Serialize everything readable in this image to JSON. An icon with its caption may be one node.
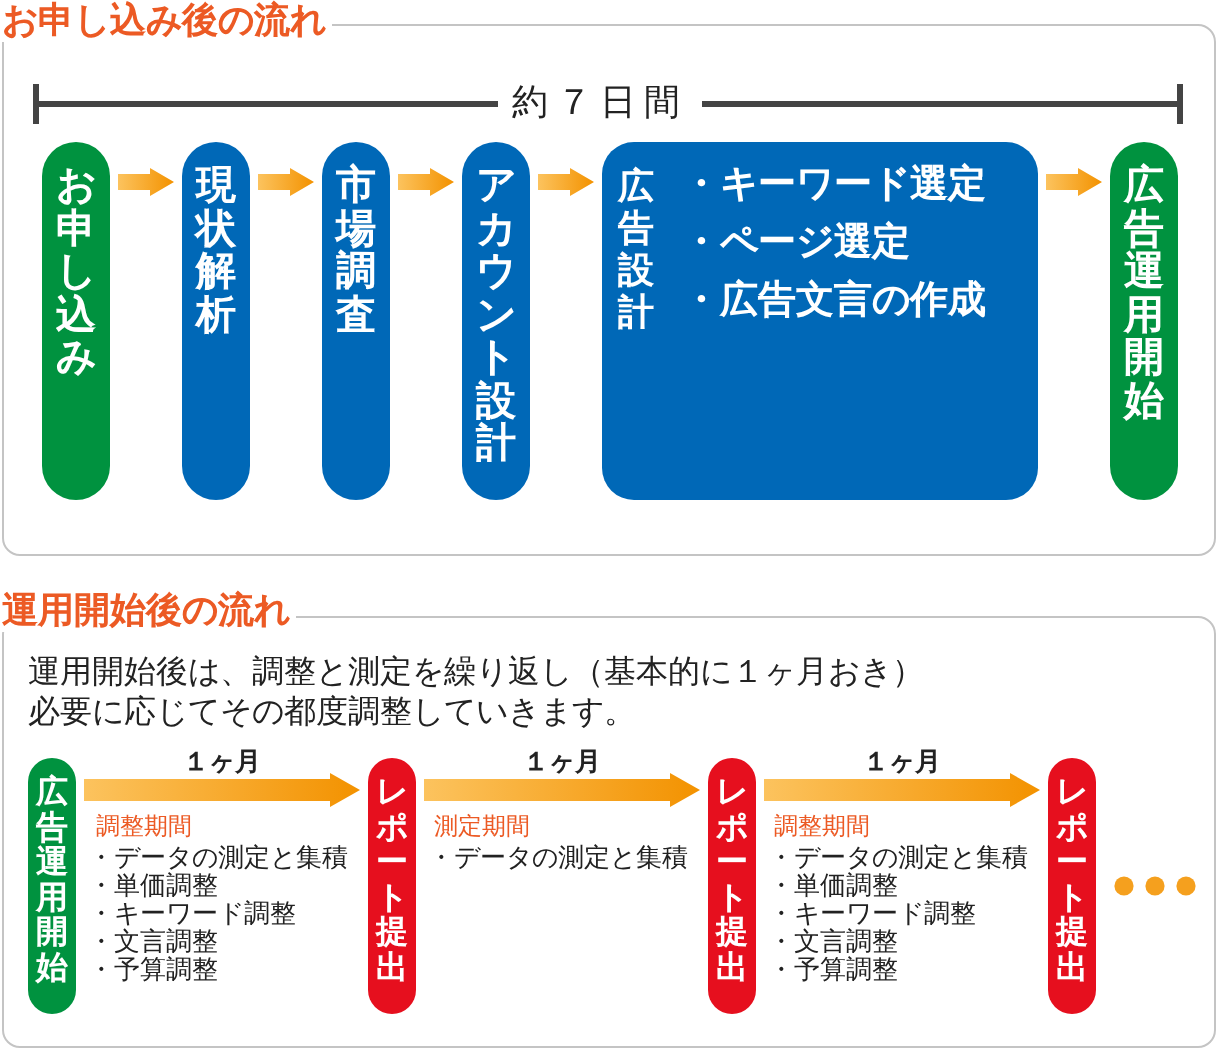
{
  "diagram": {
    "nodes": [
      {
        "text": [
          "お申し込み後の流れ"
        ]
      },
      {
        "text": [
          "お申し込み"
        ],
        "in": 0
      },
      {
        "text": [
          "現状解析"
        ],
        "in": 0
      },
      {
        "text": [
          "市場調査"
        ],
        "in": 0
      },
      {
        "text": [
          "アカウント設計"
        ],
        "in": 0
      },
      {
        "text": [
          "広告設計",
          "・キーワード選定",
          "・ページ選定",
          "・広告文言の作成"
        ],
        "in": 0
      },
      {
        "text": [
          "広告運用開始"
        ],
        "in": 0
      },
      {
        "text": [
          "運用開始後の流れ",
          "運用開始後は、調整と測定を繰り返し（基本的に１ヶ月おき）必要に応じてその都度調整していきます。"
        ]
      },
      {
        "text": [
          "広告運用開始"
        ],
        "in": 7
      },
      {
        "text": [
          "レポート提出"
        ],
        "in": 7
      },
      {
        "text": [
          "レポート提出"
        ],
        "in": 7
      },
      {
        "text": [
          "レポート提出"
        ],
        "in": 7
      }
    ],
    "edges": [
      {
        "from": 1,
        "to": 2,
        "arrow": "to"
      },
      {
        "from": 2,
        "to": 3,
        "arrow": "to"
      },
      {
        "from": 3,
        "to": 4,
        "arrow": "to"
      },
      {
        "from": 4,
        "to": 5,
        "arrow": "to"
      },
      {
        "from": 5,
        "to": 6,
        "arrow": "to"
      },
      {
        "from": 8,
        "to": 9,
        "arrow": "to",
        "label": "１ヶ月",
        "style": "thick"
      },
      {
        "from": 9,
        "to": 10,
        "arrow": "to",
        "label": "１ヶ月",
        "style": "thick"
      },
      {
        "from": 10,
        "to": 11,
        "arrow": "to",
        "label": "１ヶ月",
        "style": "thick"
      }
    ],
    "labels": [
      "約７日間",
      "調整期間",
      "・データの測定と集積",
      "・単価調整",
      "・キーワード調整",
      "・文言調整",
      "・予算調整",
      "測定期間",
      "・データの測定と集積",
      "調整期間",
      "・データの測定と集積",
      "・単価調整",
      "・キーワード調整",
      "・文言調整",
      "・予算調整"
    ]
  }
}
